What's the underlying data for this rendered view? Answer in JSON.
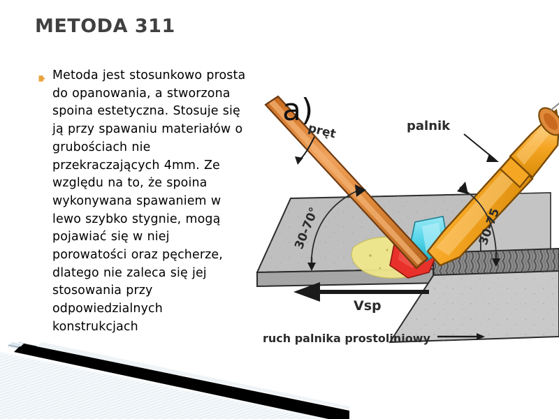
{
  "slide": {
    "title": "METODA 311",
    "bullet_marker": "arrow-bullet",
    "body_text": "Metoda jest stosunkowo prosta do opanowania, a stworzona spoina estetyczna. Stosuje się ją przy spawaniu materiałów o grubościach nie przekraczających 4mm. Ze względu na to, że spoina wykonywana spawaniem w lewo szybko stygnie, mogą pojawiać się w niej porowatości oraz pęcherze, dlatego nie zaleca się jej stosowania przy odpowiedzialnych konstrukcjach"
  },
  "diagram": {
    "panel_label": "a)",
    "labels": {
      "rod": "pręt",
      "torch": "palnik",
      "rod_angle": "30-70°",
      "torch_angle": "30-75",
      "travel_speed": "Vsp",
      "caption": "ruch palnika prostoliniowy"
    },
    "colors": {
      "rod": "#E08A3C",
      "rod_dark": "#B5651D",
      "torch": "#F5A623",
      "torch_dark": "#D98C0A",
      "plate_top": "#BFBFBF",
      "plate_side": "#A6A6A6",
      "plate_front": "#B3B3B3",
      "weld_bead": "#8C8C8C",
      "flame": "#4FD4E8",
      "molten": "#E8312A",
      "spatter": "#F0E68C",
      "outline": "#1A1A1A",
      "label_text": "#333333"
    }
  },
  "theme": {
    "title_color": "#404040",
    "body_color": "#000000",
    "bullet_color": "#E8A33D",
    "background": "#FFFFFF",
    "decor_light": "#DCE6EC",
    "decor_pale": "#EEF3F6",
    "decor_dark": "#000000",
    "decor_line": "#7A94A3"
  }
}
